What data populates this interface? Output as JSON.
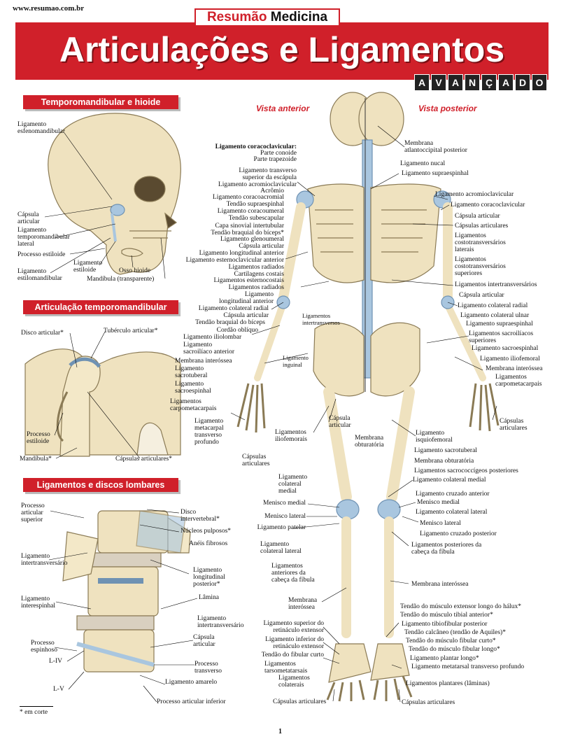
{
  "site_url": "www.resumao.com.br",
  "brand": {
    "part1": "Resumão",
    "part2": "Medicina"
  },
  "title": "Articulações e Ligamentos",
  "level_letters": [
    "A",
    "V",
    "A",
    "N",
    "Ç",
    "A",
    "D",
    "O"
  ],
  "sections": {
    "tmj_hyoid": "Temporomandibular e hioide",
    "tmj": "Articulação temporomandibular",
    "lumbar": "Ligamentos e discos lombares"
  },
  "views": {
    "anterior": "Vista anterior",
    "posterior": "Vista posterior"
  },
  "skull_labels": [
    "Ligamento\nesfenomandibular",
    "Cápsula\narticular",
    "Ligamento\ntemporomandibular\nlateral",
    "Processo estiloide",
    "Ligamento\nestilomandibular",
    "Ligamento\nestiloide",
    "Osso hioide",
    "Mandíbula (transparente)"
  ],
  "tmj_labels": [
    "Disco articular*",
    "Tubérculo articular*",
    "Processo\nestiloide",
    "Mandíbula*",
    "Cápsulas articulares*"
  ],
  "lumbar_labels": [
    "Processo\narticular\nsuperior",
    "Disco\nintervertebral*",
    "Núcleos pulposos*",
    "Anéis fibrosos",
    "Ligamento\nintertransversário",
    "Ligamento\nlongitudinal\nposterior*",
    "Ligamento\ninterespinhal",
    "Lâmina",
    "Ligamento\nintertransversário",
    "Processo\nespinhoso",
    "Cápsula\narticular",
    "L-IV",
    "Processo\ntransverso",
    "Ligamento amarelo",
    "L-V",
    "Processo articular inferior"
  ],
  "anterior_labels": [
    "Ligamento coracoclavicular:",
    "Parte conoide",
    "Parte trapezoide",
    "Ligamento transverso\nsuperior da escápula",
    "Ligamento acromioclavicular",
    "Acrômio",
    "Ligamento coracoacromial",
    "Tendão supraespinhal",
    "Ligamento coracoumeral",
    "Tendão subescapular",
    "Capa sinovial intertubular",
    "Tendão braquial do bíceps*",
    "Ligamento glenoumeral",
    "Cápsula articular",
    "Ligamento longitudinal anterior",
    "Ligamento esternoclavicular anterior",
    "Ligamentos radiados",
    "Cartilagens costais",
    "Ligamentos esternocostais",
    "Ligamentos radiados",
    "Ligamento\nlongitudinal anterior",
    "Ligamento colateral radial",
    "Cápsula articular",
    "Tendão braquial do bíceps",
    "Cordão oblíquo",
    "Ligamento iliolombar",
    "Ligamento\nsacroilíaco anterior",
    "Membrana interóssea",
    "Ligamento\nsacrotuberal",
    "Ligamento\nsacroespinhal",
    "Ligamentos\ncarpometacarpais",
    "Ligamento\nmetacarpal\ntransverso\nprofundo",
    "Ligamentos\nintertransversos",
    "Ligamento\ninguinal",
    "Ligamentos\niliofemorais",
    "Cápsula\narticular",
    "Membrana\nobturatória",
    "Cápsulas\narticulares",
    "Ligamento\ncolateral\nmedial",
    "Menisco medial",
    "Menisco lateral",
    "Ligamento patelar",
    "Ligamento\ncolateral lateral",
    "Ligamentos\nanteriores da\ncabeça da fíbula",
    "Membrana\ninteróssea",
    "Ligamento superior do\nretináculo extensor",
    "Ligamento inferior do\nretináculo extensor",
    "Tendão do fibular curto",
    "Ligamentos\ntarsometatarsais",
    "Ligamentos\ncolaterais",
    "Cápsulas articulares"
  ],
  "posterior_labels": [
    "Membrana\natlantoccipital posterior",
    "Ligamento nucal",
    "Ligamento supraespinhal",
    "Ligamento acromioclavicular",
    "Ligamento coracoclavicular",
    "Cápsula articular",
    "Cápsulas articulares",
    "Ligamentos\ncostotransversários\nlaterais",
    "Ligamentos\ncostotransversários\nsuperiores",
    "Ligamentos intertransversários",
    "Cápsula articular",
    "Ligamento colateral radial",
    "Ligamento colateral ulnar",
    "Ligamento supraespinhal",
    "Ligamentos sacroilíacos\nsuperiores",
    "Ligamento sacroespinhal",
    "Ligamento iliofemoral",
    "Membrana interóssea",
    "Ligamentos\ncarpometacarpais",
    "Cápsulas\narticulares",
    "Ligamento\nisquiofemoral",
    "Ligamento sacrotuberal",
    "Membrana obturatória",
    "Ligamentos sacrococcígeos posteriores",
    "Ligamento colateral medial",
    "Ligamento cruzado anterior",
    "Menisco medial",
    "Ligamento colateral lateral",
    "Menisco lateral",
    "Ligamento cruzado posterior",
    "Ligamentos posteriores da\ncabeça da fíbula",
    "Membrana interóssea",
    "Tendão do músculo extensor longo do hálux*",
    "Tendão do músculo tibial anterior*",
    "Ligamento tibiofibular posterior",
    "Tendão calcâneo (tendão de Aquiles)*",
    "Tendão do músculo fibular curto*",
    "Tendão do músculo fibular longo*",
    "Ligamento plantar longo*",
    "Ligamento metatarsal transverso profundo",
    "Ligamentos plantares (lâminas)",
    "Cápsulas articulares"
  ],
  "footnote": "* em corte",
  "page_number": "1",
  "colors": {
    "brand_red": "#d0202a",
    "bone": "#efe2bf",
    "ligament": "#a9c6df"
  }
}
